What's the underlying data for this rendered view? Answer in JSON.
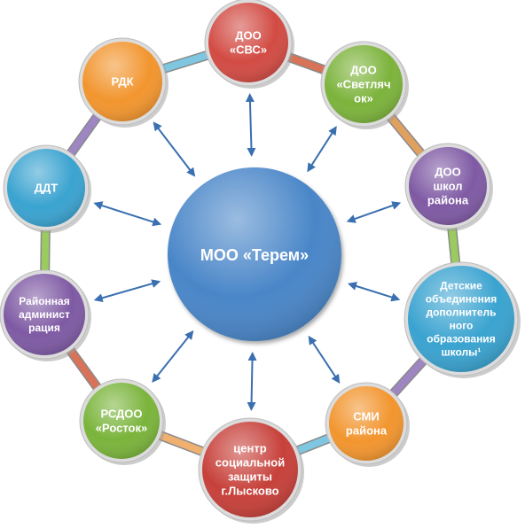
{
  "center": {
    "label": "МОО «Терем»",
    "color": "#4a86c8"
  },
  "nodes": [
    {
      "id": "doo-svs",
      "lines": [
        "ДОО",
        "«СВС»"
      ],
      "color": "#d24b43"
    },
    {
      "id": "doo-svetlyachok",
      "lines": [
        "ДОО",
        "«Светляч",
        "ок»"
      ],
      "color": "#7cb33b"
    },
    {
      "id": "doo-shkol",
      "lines": [
        "ДОО",
        "школ",
        "района"
      ],
      "color": "#7f5aa4"
    },
    {
      "id": "detskie-obedineniya",
      "lines": [
        "Детские",
        "объединения",
        "дополнитель",
        "ного",
        "образования",
        "школы¹"
      ],
      "color": "#3aa3d0"
    },
    {
      "id": "smi",
      "lines": [
        "СМИ",
        "района"
      ],
      "color": "#f2952e"
    },
    {
      "id": "centr-soc-zashity",
      "lines": [
        "центр",
        "социальной",
        "защиты",
        "г.Лысково"
      ],
      "color": "#c7403a"
    },
    {
      "id": "rsdoo-rostok",
      "lines": [
        "РСДОО",
        "«Росток»"
      ],
      "color": "#7ab43b"
    },
    {
      "id": "raionnaya-administraciya",
      "lines": [
        "Районная",
        "админист",
        "рация"
      ],
      "color": "#7f5aa4"
    },
    {
      "id": "ddt",
      "lines": [
        "ДДТ"
      ],
      "color": "#3aa3d0"
    },
    {
      "id": "rdk",
      "lines": [
        "РДК"
      ],
      "color": "#f2952e"
    }
  ],
  "ring_colors": [
    "#d87358",
    "#e0a060",
    "#9acb5f",
    "#9e86c3",
    "#7fc6e0",
    "#f0b070",
    "#d87358",
    "#9acb5f",
    "#9e86c3",
    "#7fc6e0"
  ],
  "arrow_color": "#3a6fb0"
}
